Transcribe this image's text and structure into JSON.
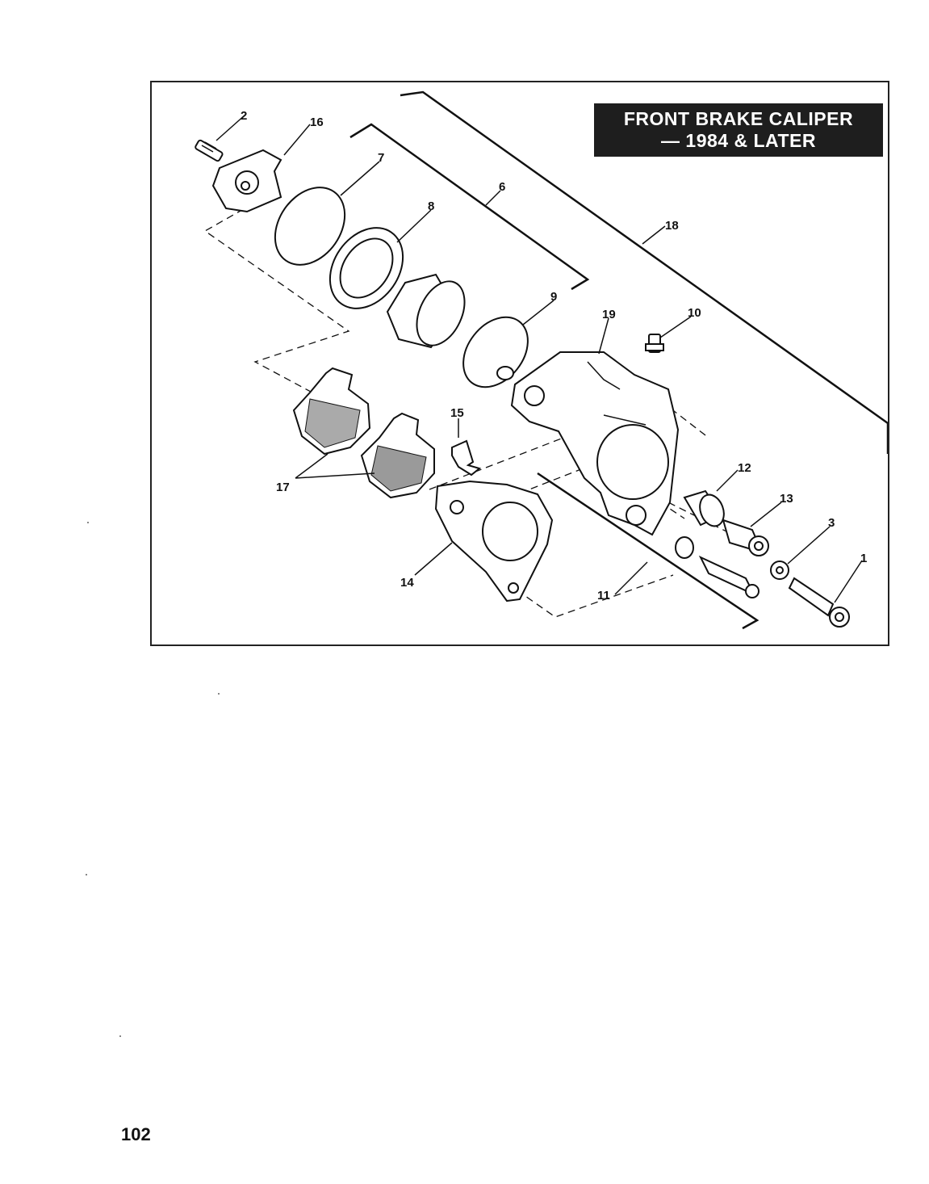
{
  "title": {
    "line1": "FRONT BRAKE CALIPER",
    "line2": "— 1984 & LATER"
  },
  "callouts": {
    "c1": "1",
    "c2": "2",
    "c3": "3",
    "c6": "6",
    "c7": "7",
    "c8": "8",
    "c9": "9",
    "c10": "10",
    "c11": "11",
    "c12": "12",
    "c13": "13",
    "c14": "14",
    "c15": "15",
    "c16": "16",
    "c17": "17",
    "c18": "18",
    "c19": "19"
  },
  "page_number": "102",
  "colors": {
    "ink": "#111111",
    "title_bg": "#1e1e1e",
    "title_text": "#ffffff",
    "pad_fill": "#9a9a9a"
  }
}
